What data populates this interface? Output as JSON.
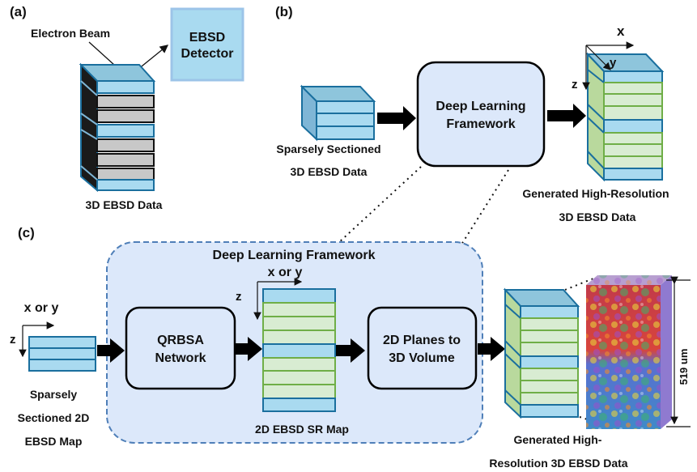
{
  "panel_a": {
    "label": "(a)",
    "beam_label": "Electron Beam",
    "detector_line1": "EBSD",
    "detector_line2": "Detector",
    "stack_label": "3D EBSD Data"
  },
  "panel_b": {
    "label": "(b)",
    "input_line1": "Sparsely Sectioned",
    "input_line2": "3D EBSD Data",
    "framework_line1": "Deep Learning",
    "framework_line2": "Framework",
    "output_line1": "Generated High-Resolution",
    "output_line2": "3D EBSD Data",
    "axis_x": "x",
    "axis_y": "y",
    "axis_z": "z"
  },
  "panel_c": {
    "label": "(c)",
    "framework_title": "Deep Learning Framework",
    "input_axis_xy": "x or y",
    "input_axis_z": "z",
    "input_line1": "Sparsely",
    "input_line2": "Sectioned 2D",
    "input_line3": "EBSD Map",
    "network_line1": "QRBSA",
    "network_line2": "Network",
    "sr_axis_xy": "x or y",
    "sr_axis_z": "z",
    "sr_label": "2D EBSD SR Map",
    "planes_line1": "2D Planes to",
    "planes_line2": "3D Volume",
    "output_line1": "Generated High-",
    "output_line2": "Resolution 3D EBSD Data",
    "scale_label": "519 um"
  },
  "colors": {
    "slab_blue": "#a9daf0",
    "slab_edge": "#1a6f9e",
    "slab_top": "#8ec5dc",
    "slab_green": "#d8ecd2",
    "green_edge": "#6fae47",
    "gray_slab": "#c8c8c8",
    "framework_fill": "#dce8fa",
    "framework_region": "#dce8fa",
    "framework_border": "#4f7fb8",
    "detector_fill": "#a9daf0",
    "detector_border": "#9cc4e8"
  }
}
